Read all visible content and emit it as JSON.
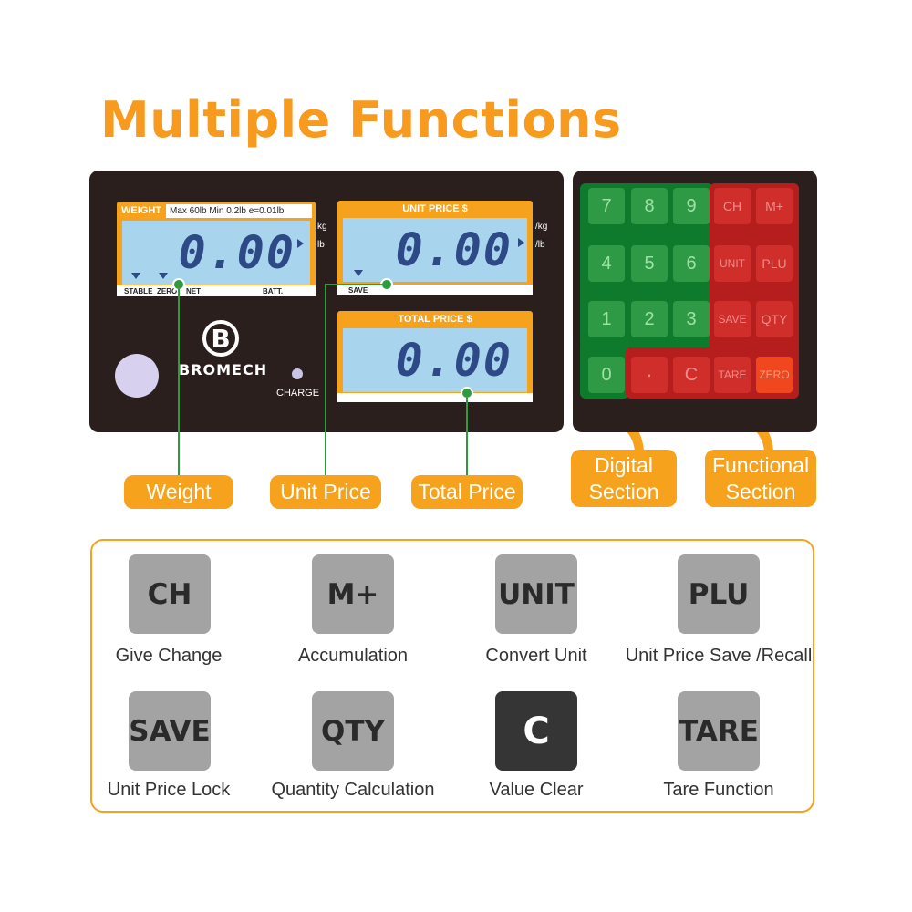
{
  "title": "Multiple Functions",
  "brand": "BROMECH",
  "charge_label": "CHARGE",
  "weight_display": {
    "title": "WEIGHT",
    "specs": "Max 60lb  Min 0.2lb  e=0.01lb",
    "value": "0.00",
    "unit_top": "kg",
    "unit_bottom": "lb",
    "indicators": [
      "STABLE",
      "ZERO",
      "NET",
      "BATT."
    ]
  },
  "unit_price_display": {
    "title": "UNIT PRICE   $",
    "value": "0.00",
    "unit_top": "/kg",
    "unit_bottom": "/lb",
    "indicator": "SAVE"
  },
  "total_price_display": {
    "title": "TOTAL PRICE   $",
    "value": "0.00"
  },
  "callouts": {
    "weight": "Weight",
    "unit_price": "Unit Price",
    "total_price": "Total Price",
    "digital": "Digital Section",
    "functional": "Functional Section"
  },
  "keypad": {
    "digits": [
      "7",
      "8",
      "9",
      "4",
      "5",
      "6",
      "1",
      "2",
      "3",
      "0",
      "·",
      "C"
    ],
    "functions": [
      "CH",
      "M+",
      "UNIT",
      "PLU",
      "SAVE",
      "QTY",
      "TARE",
      "ZERO"
    ]
  },
  "legend": [
    {
      "key": "CH",
      "desc": "Give Change"
    },
    {
      "key": "M+",
      "desc": "Accumulation"
    },
    {
      "key": "UNIT",
      "desc": "Convert Unit"
    },
    {
      "key": "PLU",
      "desc": "Unit Price Save /Recall"
    },
    {
      "key": "SAVE",
      "desc": "Unit Price Lock"
    },
    {
      "key": "QTY",
      "desc": "Quantity Calculation"
    },
    {
      "key": "C",
      "desc": "Value Clear"
    },
    {
      "key": "TARE",
      "desc": "Tare Function"
    }
  ],
  "colors": {
    "accent": "#f7a21d",
    "digital": "#2f9a45",
    "functional": "#cf2e2b",
    "lcd": "#a9d4ee"
  }
}
